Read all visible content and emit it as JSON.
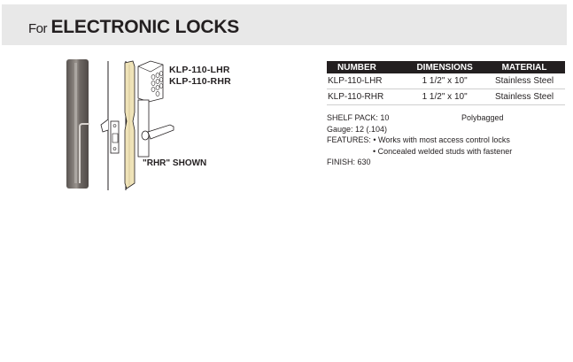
{
  "header": {
    "prefix": "For",
    "title": "ELECTRONIC LOCKS",
    "background": "#e8e8e8"
  },
  "figure": {
    "product_photo": "stainless-lock-protector-photo",
    "drawing": "lock-protector-keypad-drawing",
    "models": [
      "KLP-110-LHR",
      "KLP-110-RHR"
    ],
    "shown_caption": "\"RHR\" SHOWN"
  },
  "table": {
    "columns": [
      "NUMBER",
      "DIMENSIONS",
      "MATERIAL"
    ],
    "rows": [
      {
        "number": "KLP-110-LHR",
        "dimensions": "1 1/2\" x 10\"",
        "material": "Stainless Steel"
      },
      {
        "number": "KLP-110-RHR",
        "dimensions": "1 1/2\" x 10\"",
        "material": "Stainless Steel"
      }
    ],
    "header_color": "#231f20"
  },
  "notes": {
    "shelf_pack": "SHELF PACK: 10",
    "packaging": "Polybagged",
    "gauge": "Gauge: 12 (.104)",
    "features_label": "FEATURES: ",
    "features": [
      "• Works with most access control locks",
      "• Concealed welded studs with fastener"
    ],
    "finish": "FINISH: 630"
  }
}
